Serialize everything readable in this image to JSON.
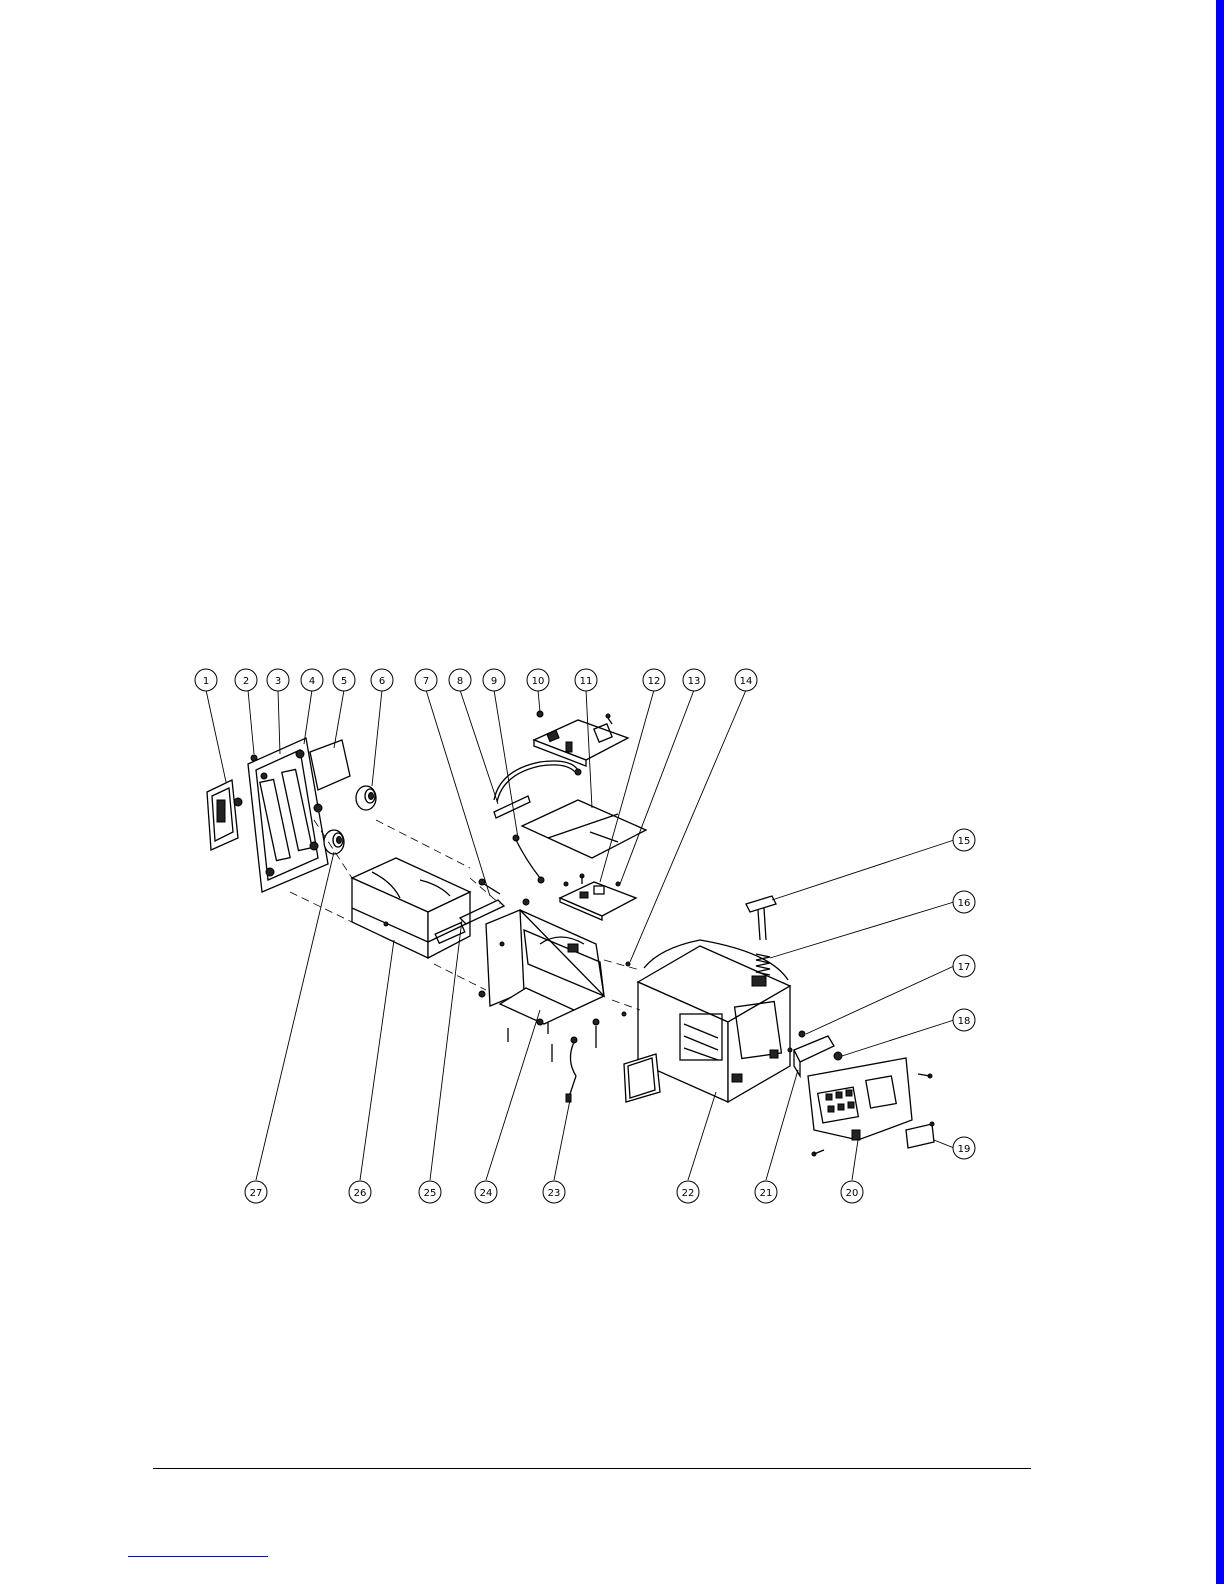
{
  "colors": {
    "edge_bar": "#0000ff",
    "line": "#000000",
    "footer_link": "#0000ff"
  },
  "callouts": [
    "1",
    "2",
    "3",
    "4",
    "5",
    "6",
    "7",
    "8",
    "9",
    "10",
    "11",
    "12",
    "13",
    "14",
    "15",
    "16",
    "17",
    "18",
    "19",
    "20",
    "21",
    "22",
    "23",
    "24",
    "25",
    "26",
    "27"
  ]
}
